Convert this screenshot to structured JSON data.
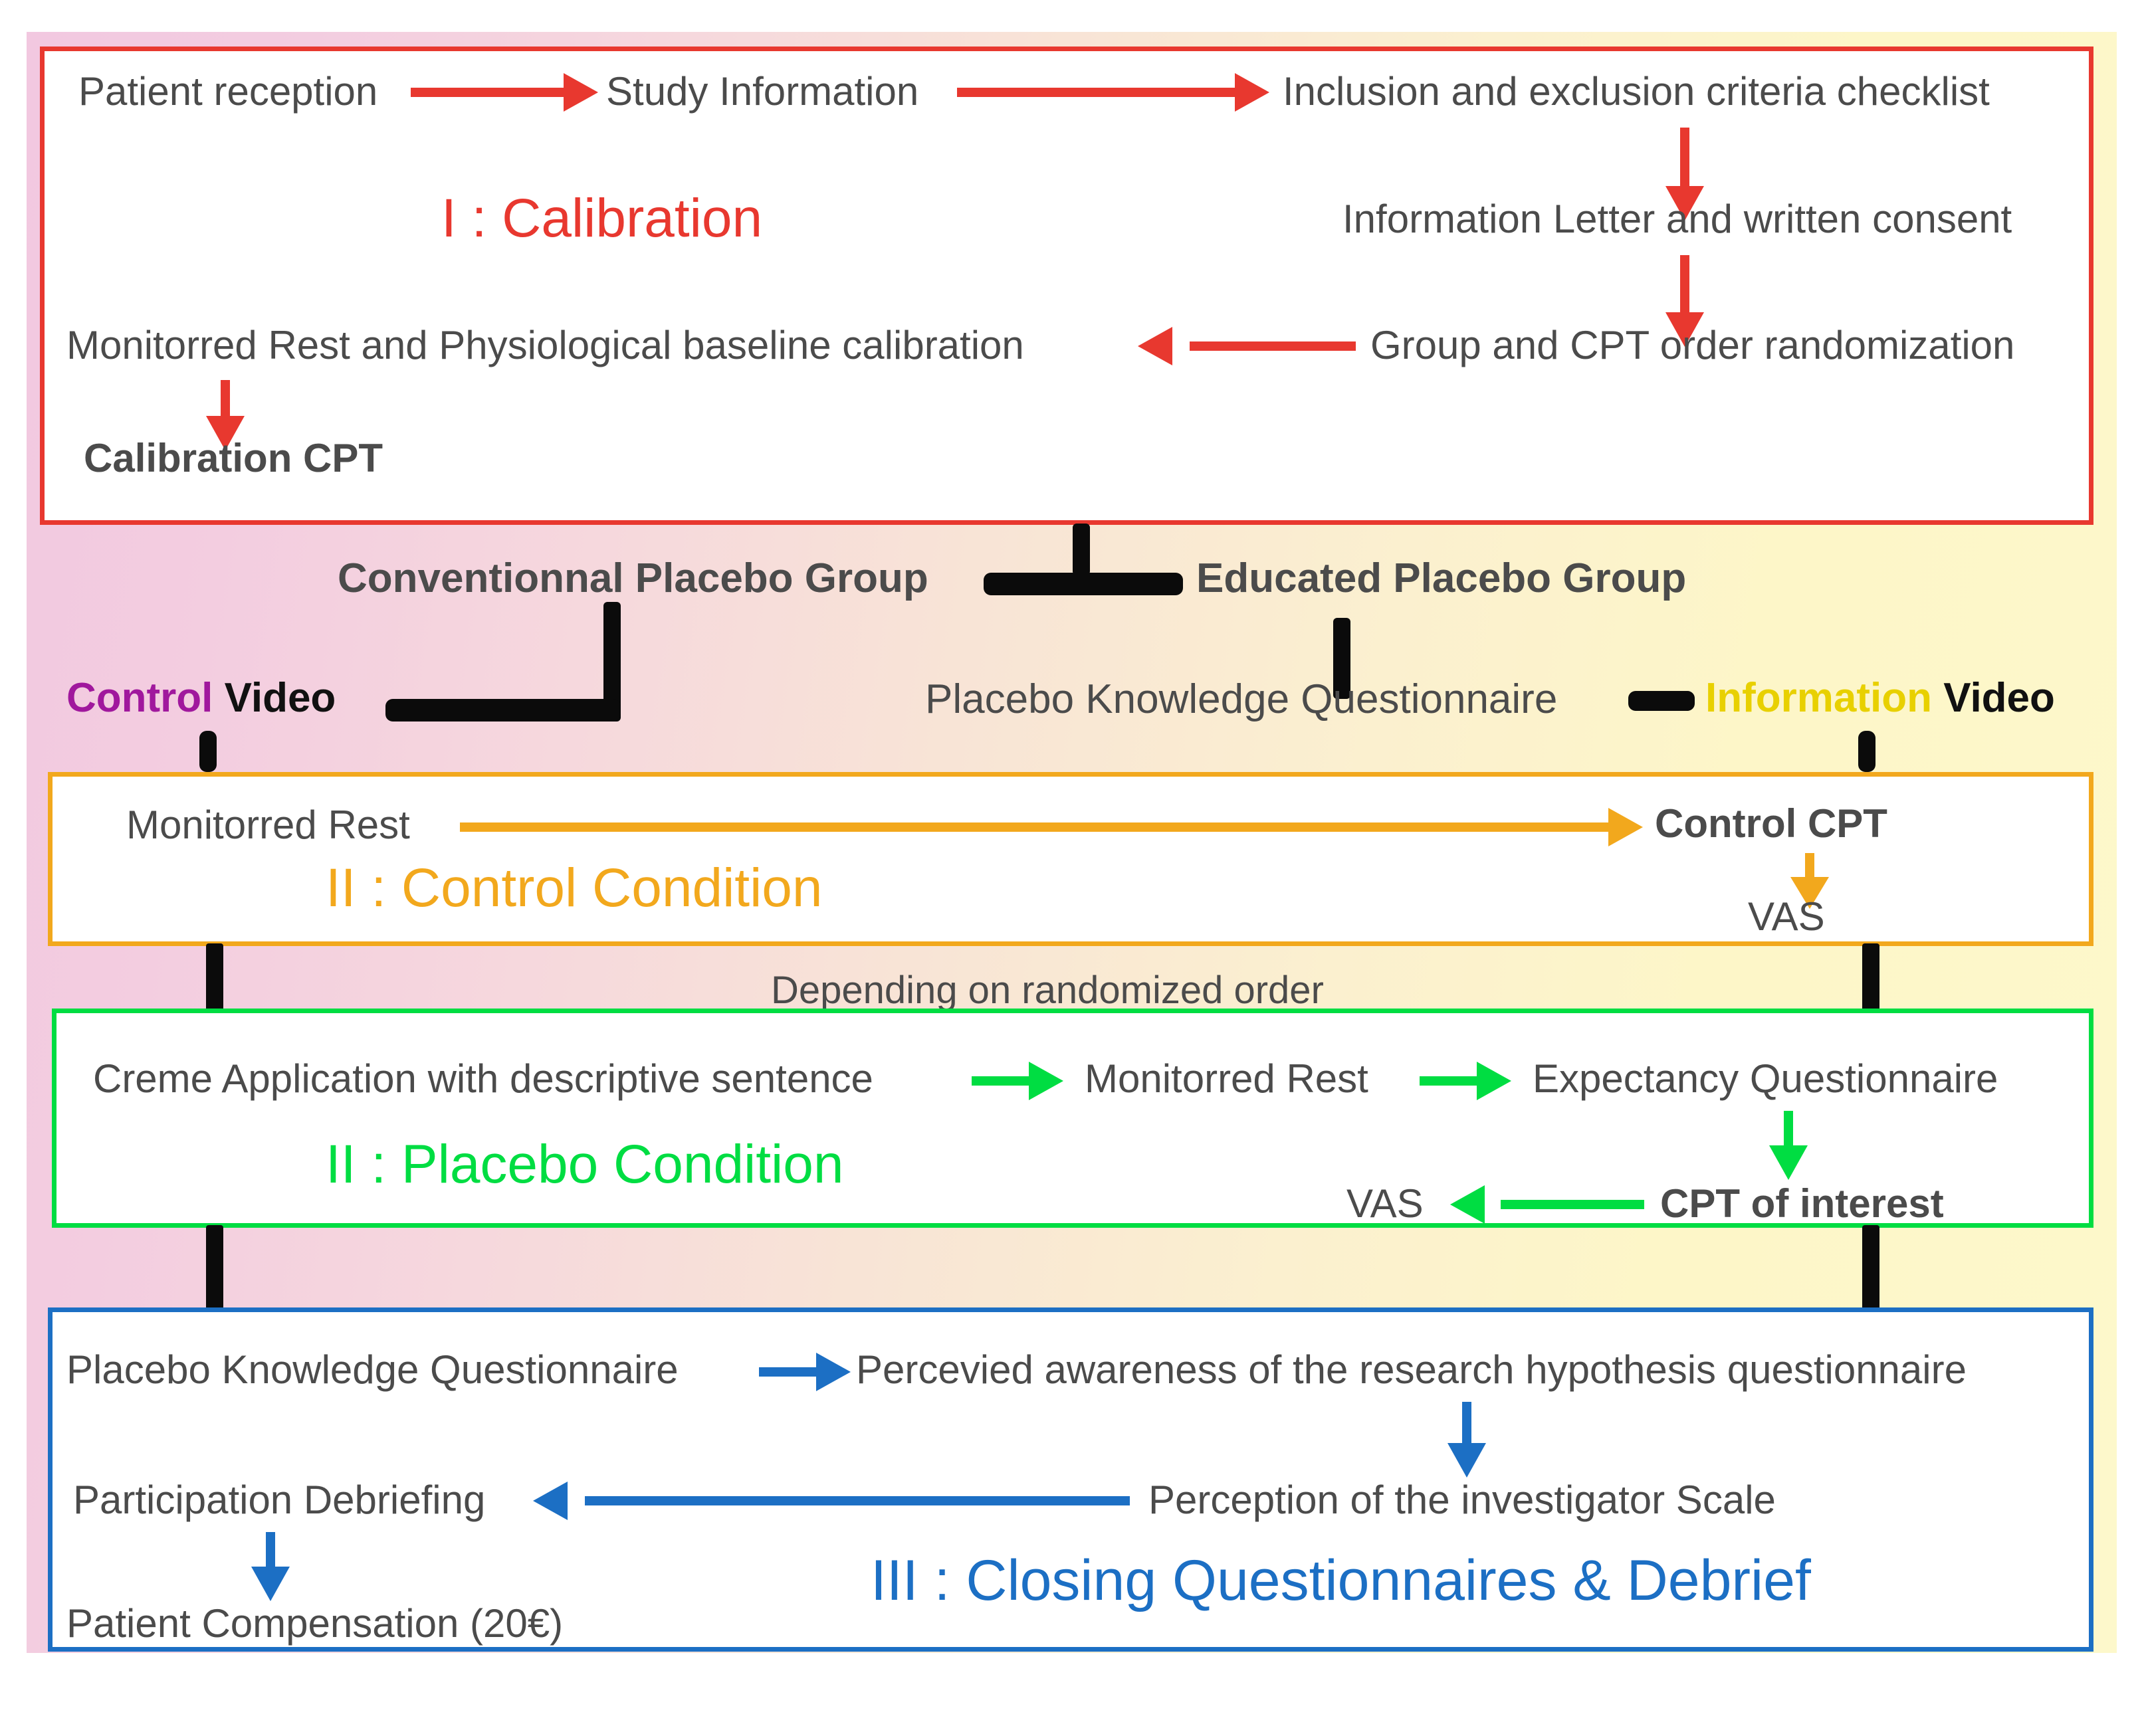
{
  "diagram": {
    "title": "Study protocol flowchart",
    "colors": {
      "calibration": "#e8382f",
      "control": "#f2a81d",
      "placebo": "#00dd42",
      "closing": "#1c6fc4",
      "connector": "#0b0b0b",
      "control_word": "#a0189d",
      "information_word": "#e8d000",
      "text": "#4b4b4b"
    },
    "sections": {
      "calibration": {
        "title": "I : Calibration",
        "nodes": {
          "patient_reception": "Patient reception",
          "study_information": "Study Information",
          "inclusion_exclusion": "Inclusion and exclusion criteria checklist",
          "information_letter": "Information Letter and written consent",
          "group_randomization": "Group and CPT order randomization",
          "monitored_rest_baseline": "Monitorred Rest and Physiological baseline calibration",
          "calibration_cpt": "Calibration CPT"
        }
      },
      "randomization": {
        "conventional_group": "Conventionnal Placebo Group",
        "educated_group": "Educated Placebo Group",
        "control_video_prefix": "Control",
        "control_video_suffix": " Video",
        "placebo_knowledge_questionnaire": "Placebo Knowledge Questionnaire",
        "information_video_prefix": "Information",
        "information_video_suffix": " Video"
      },
      "control_condition": {
        "title": "II : Control Condition",
        "nodes": {
          "monitored_rest": "Monitorred Rest",
          "control_cpt": "Control CPT",
          "vas": "VAS"
        }
      },
      "between_note": "Depending on randomized order",
      "placebo_condition": {
        "title": "II : Placebo Condition",
        "nodes": {
          "creme_application": "Creme Application with descriptive sentence",
          "monitored_rest": "Monitorred Rest",
          "expectancy_questionnaire": "Expectancy Questionnaire",
          "cpt_of_interest": "CPT of interest",
          "vas": "VAS"
        }
      },
      "closing": {
        "title": "III : Closing Questionnaires & Debrief",
        "nodes": {
          "placebo_knowledge_questionnaire": "Placebo Knowledge Questionnaire",
          "perceived_awareness": "Percevied awareness of the research hypothesis questionnaire",
          "perception_investigator": "Perception of the investigator Scale",
          "participation_debriefing": "Participation Debriefing",
          "patient_compensation": "Patient Compensation (20€)"
        }
      }
    }
  }
}
